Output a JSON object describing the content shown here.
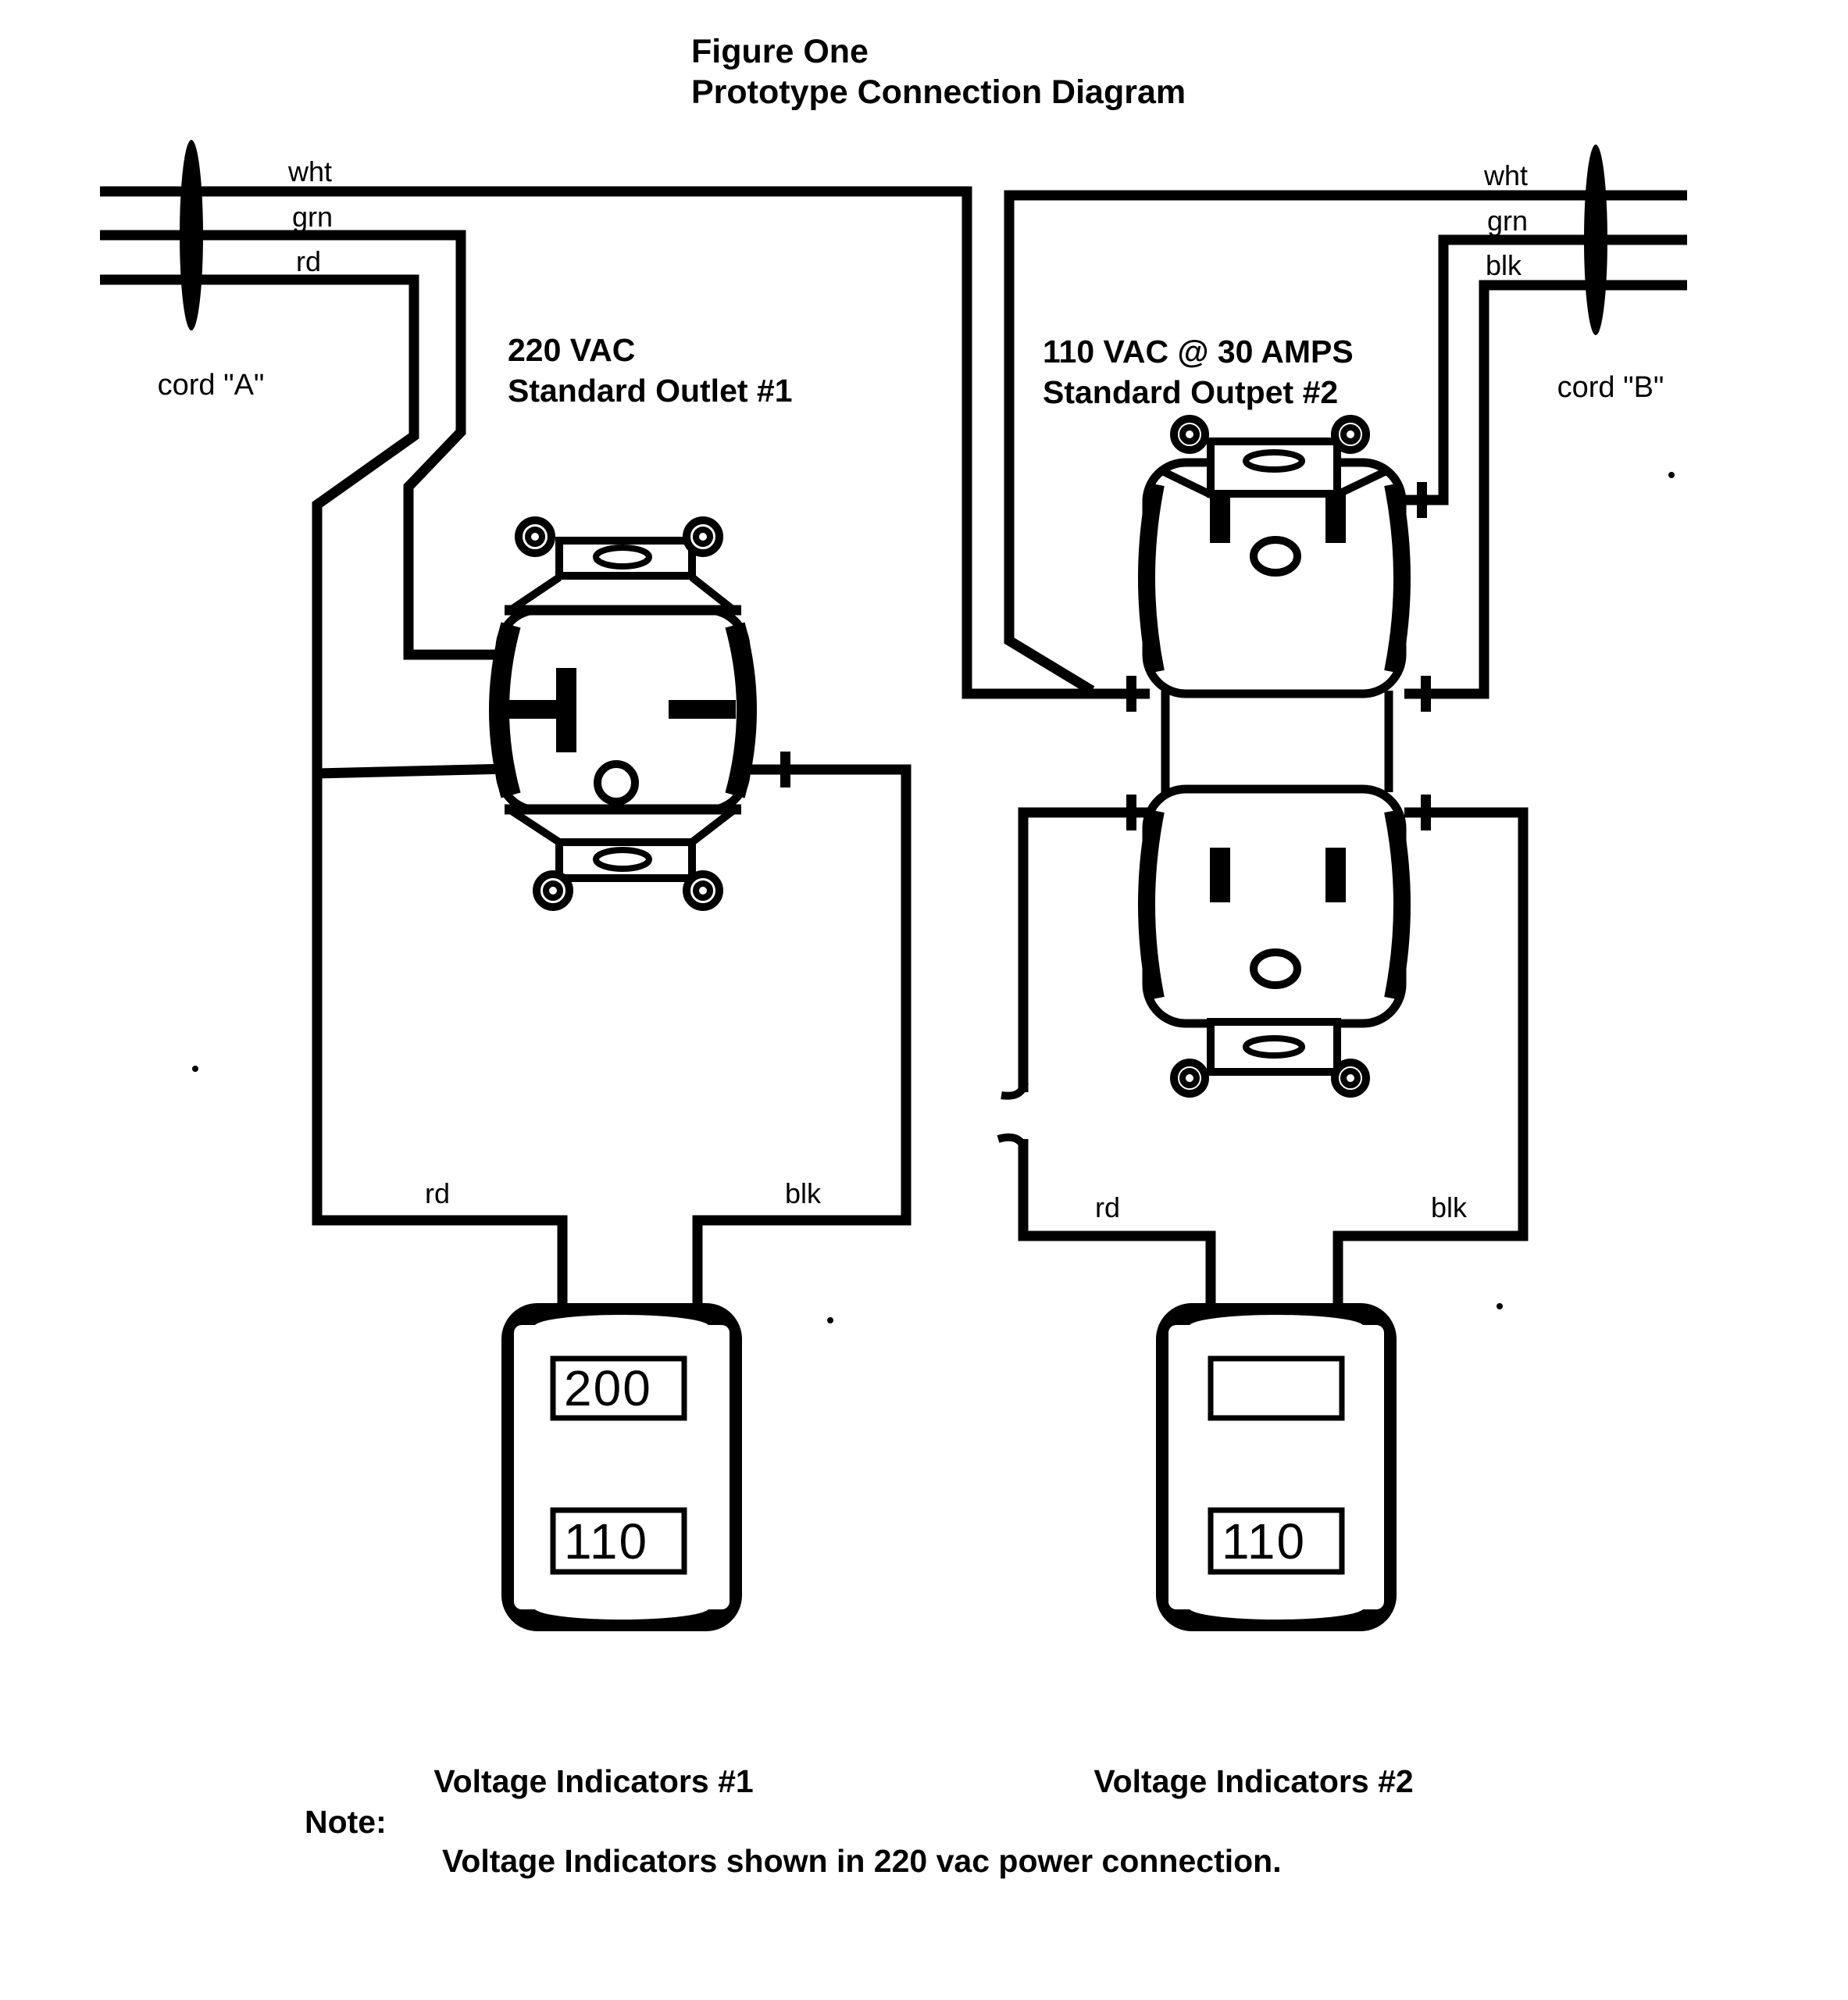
{
  "title": {
    "line1": "Figure One",
    "line2": "Prototype Connection Diagram"
  },
  "cord_a": {
    "name": "cord \"A\"",
    "wires": [
      "wht",
      "grn",
      "rd"
    ]
  },
  "cord_b": {
    "name": "cord \"B\"",
    "wires": [
      "wht",
      "grn",
      "blk"
    ]
  },
  "outlet_1": {
    "title_line1": "220 VAC",
    "title_line2": "Standard Outlet #1"
  },
  "outlet_2": {
    "title_line1": "110 VAC @ 30 AMPS",
    "title_line2": "Standard Outpet #2"
  },
  "indicator_1": {
    "wire_left": "rd",
    "wire_right": "blk",
    "display_top": "200",
    "display_bottom": "110",
    "caption": "Voltage Indicators #1"
  },
  "indicator_2": {
    "wire_left": "rd",
    "wire_right": "blk",
    "display_top": "",
    "display_bottom": "110",
    "caption": "Voltage Indicators #2"
  },
  "note": {
    "label": "Note:",
    "text": "Voltage Indicators shown in 220 vac power connection."
  },
  "colors": {
    "ink": "#000000",
    "paper": "#ffffff"
  }
}
